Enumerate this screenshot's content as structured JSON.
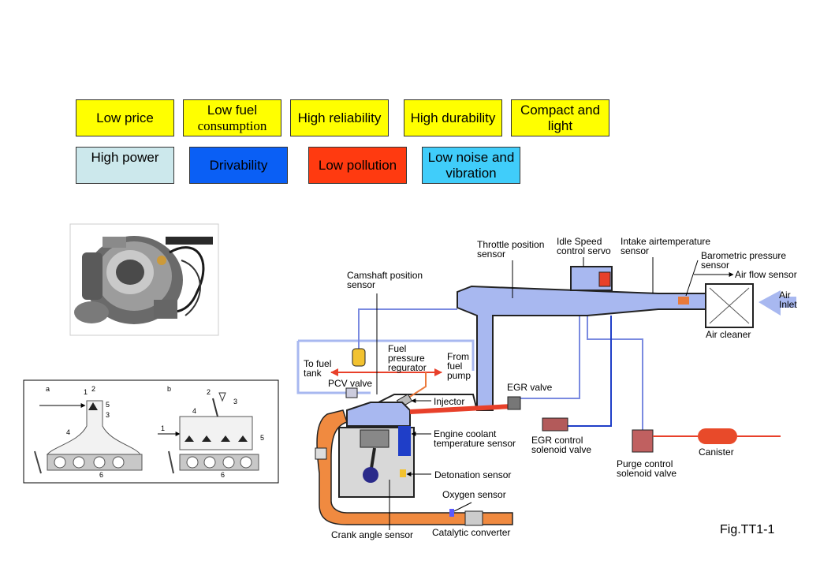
{
  "tags": {
    "low_price": "Low price",
    "low_fuel_1": "Low fuel",
    "low_fuel_2": "consumption",
    "high_reliability": "High reliability",
    "high_durability": "High durability",
    "compact_1": "Compact and",
    "compact_2": "light",
    "high_power": "High power",
    "drivability": "Drivability",
    "low_pollution": "Low pollution",
    "low_noise_1": "Low noise and",
    "low_noise_2": "vibration"
  },
  "colors": {
    "yellow": "#ffff00",
    "light_cyan": "#cce8ec",
    "blue": "#0a5ff5",
    "red": "#ff3a10",
    "sky": "#40cdfa",
    "intake": "#a8b8f0",
    "exhaust": "#f08a40",
    "fuel": "#ec7a3c"
  },
  "manifold": {
    "a": "a",
    "b": "b",
    "n1": "1",
    "n2": "2",
    "n3": "3",
    "n4": "4",
    "n5": "5",
    "n6": "6"
  },
  "labels": {
    "throttle_1": "Throttle position",
    "throttle_2": "sensor",
    "idle_1": "Idle Speed",
    "idle_2": "control servo",
    "intake_temp_1": "Intake airtemperature",
    "intake_temp_2": "sensor",
    "baro_1": "Barometric pressure",
    "baro_2": "sensor",
    "air_flow": "Air flow sensor",
    "air_inlet_1": "Air",
    "air_inlet_2": "Inlet",
    "air_cleaner": "Air cleaner",
    "camshaft_1": "Camshaft position",
    "camshaft_2": "sensor",
    "to_fuel_1": "To fuel",
    "to_fuel_2": "tank",
    "fuel_reg_1": "Fuel",
    "fuel_reg_2": "pressure",
    "fuel_reg_3": "regurator",
    "from_fuel_1": "From",
    "from_fuel_2": "fuel",
    "from_fuel_3": "pump",
    "pcv": "PCV valve",
    "injector": "Injector",
    "egr_valve": "EGR valve",
    "egr_ctrl_1": "EGR control",
    "egr_ctrl_2": "solenoid valve",
    "coolant_1": "Engine coolant",
    "coolant_2": "temperature sensor",
    "detonation": "Detonation sensor",
    "purge_1": "Purge control",
    "purge_2": "solenoid valve",
    "canister": "Canister",
    "oxygen": "Oxygen sensor",
    "catalytic": "Catalytic converter",
    "crank": "Crank angle sensor",
    "fig": "Fig.TT1-1"
  }
}
